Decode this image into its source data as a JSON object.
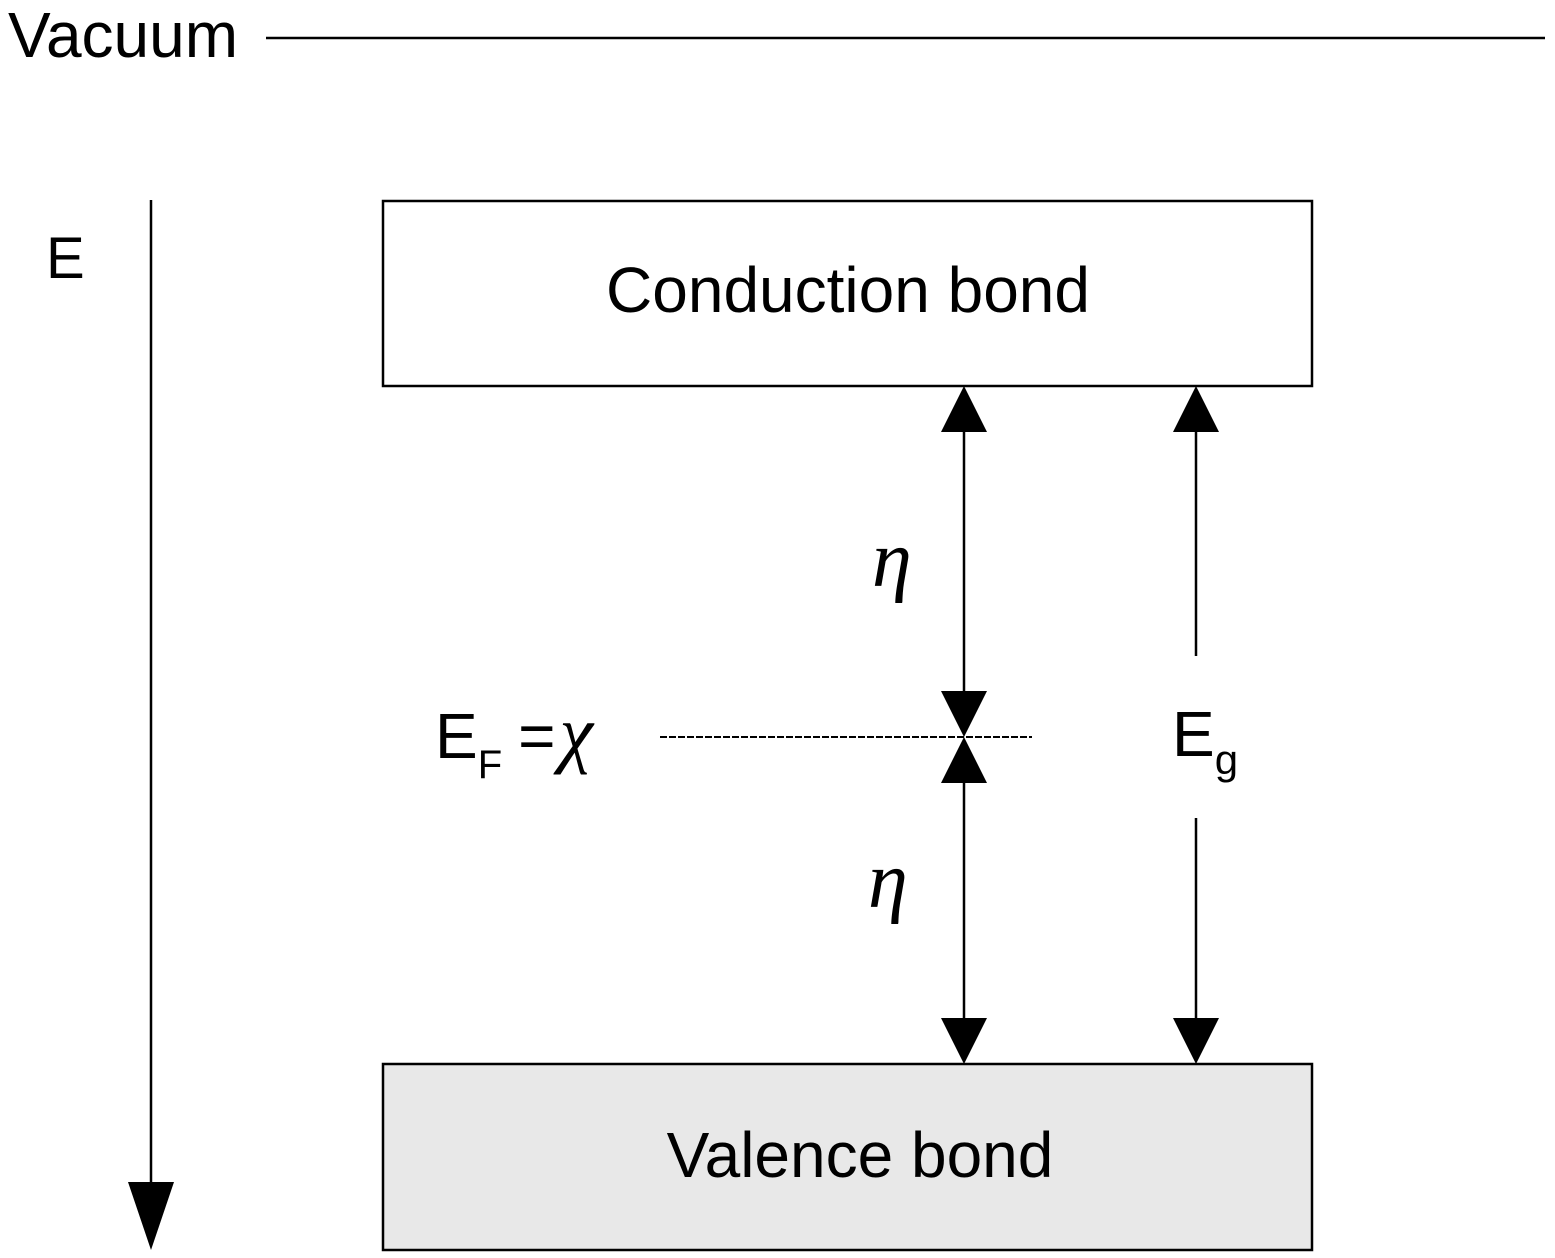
{
  "vacuum_label": "Vacuum",
  "energy_axis_label": "E",
  "conduction_band_label": "Conduction bond",
  "valence_band_label": "Valence bond",
  "fermi_level": {
    "main": "E",
    "subscript": "F",
    "equals": "=",
    "symbol": "χ"
  },
  "hardness_upper_label": "η",
  "hardness_lower_label": "η",
  "band_gap": {
    "main": "E",
    "subscript": "g"
  },
  "colors": {
    "line": "#000000",
    "conduction_fill": "#ffffff",
    "valence_fill": "#e8e8e8"
  }
}
